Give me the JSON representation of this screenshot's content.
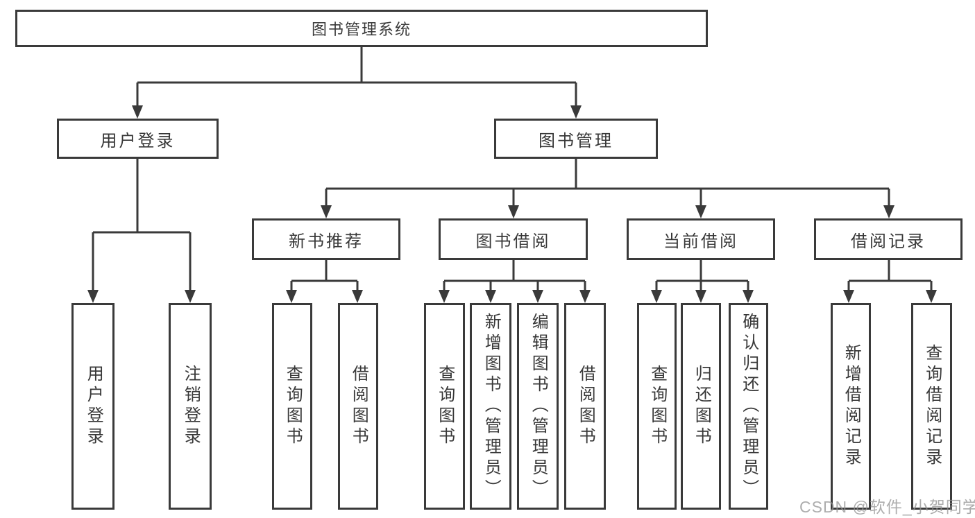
{
  "diagram_title": "图书管理系统",
  "tree": {
    "label": "图书管理系统",
    "children": [
      {
        "label": "用户登录",
        "children": [
          {
            "label": "用户登录"
          },
          {
            "label": "注销登录"
          }
        ]
      },
      {
        "label": "图书管理",
        "children": [
          {
            "label": "新书推荐",
            "children": [
              {
                "label": "查询图书"
              },
              {
                "label": "借阅图书"
              }
            ]
          },
          {
            "label": "图书借阅",
            "children": [
              {
                "label": "查询图书"
              },
              {
                "label": "新增图书（管理员）"
              },
              {
                "label": "编辑图书（管理员）"
              },
              {
                "label": "借阅图书"
              }
            ]
          },
          {
            "label": "当前借阅",
            "children": [
              {
                "label": "查询图书"
              },
              {
                "label": "归还图书"
              },
              {
                "label": "确认归还（管理员）"
              }
            ]
          },
          {
            "label": "借阅记录",
            "children": [
              {
                "label": "新增借阅记录"
              },
              {
                "label": "查询借阅记录"
              }
            ]
          }
        ]
      }
    ]
  },
  "watermark": {
    "text": "CSDN @软件_小贺同学"
  },
  "colors": {
    "line": "#3a3a3a",
    "text": "#383838",
    "background": "#ffffff",
    "watermark": "#919191"
  }
}
